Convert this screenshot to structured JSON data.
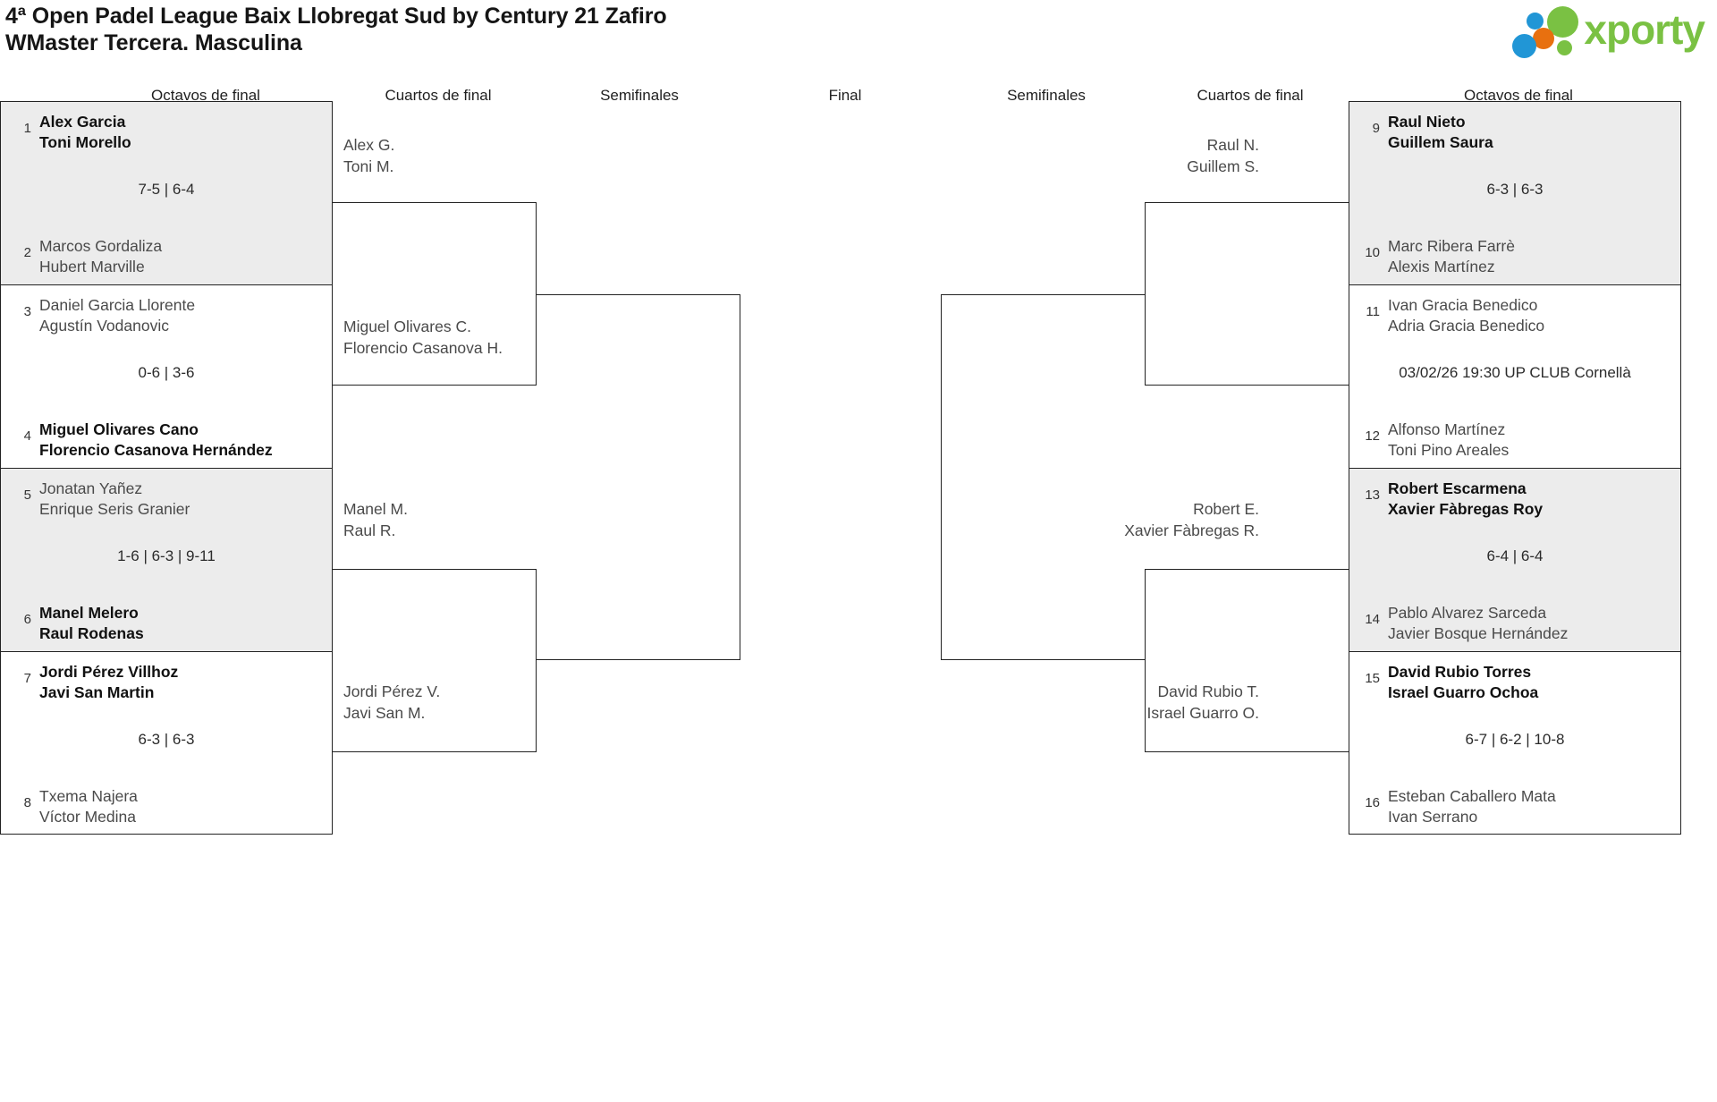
{
  "header": {
    "title_line1": "4ª Open Padel League Baix Llobregat Sud by Century 21 Zafiro",
    "title_line2": "WMaster Tercera. Masculina",
    "logo_word": "xporty"
  },
  "rounds": {
    "left": [
      "Octavos de final",
      "Cuartos de final",
      "Semifinales"
    ],
    "final": "Final",
    "right": [
      "Semifinales",
      "Cuartos de final",
      "Octavos de final"
    ]
  },
  "octavos_left": [
    {
      "shaded": true,
      "result": "7-5 | 6-4",
      "top": {
        "seed": "1",
        "p1": "Alex Garcia",
        "p2": "Toni Morello",
        "winner": true
      },
      "bottom": {
        "seed": "2",
        "p1": "Marcos Gordaliza",
        "p2": "Hubert Marville",
        "winner": false
      }
    },
    {
      "shaded": false,
      "result": "0-6 | 3-6",
      "top": {
        "seed": "3",
        "p1": "Daniel Garcia Llorente",
        "p2": "Agustín Vodanovic",
        "winner": false
      },
      "bottom": {
        "seed": "4",
        "p1": "Miguel Olivares Cano",
        "p2": "Florencio Casanova Hernández",
        "winner": true
      }
    },
    {
      "shaded": true,
      "result": "1-6 | 6-3 | 9-11",
      "top": {
        "seed": "5",
        "p1": "Jonatan Yañez",
        "p2": "Enrique Seris Granier",
        "winner": false
      },
      "bottom": {
        "seed": "6",
        "p1": "Manel Melero",
        "p2": "Raul Rodenas",
        "winner": true
      }
    },
    {
      "shaded": false,
      "result": "6-3 | 6-3",
      "top": {
        "seed": "7",
        "p1": "Jordi Pérez Villhoz",
        "p2": "Javi San Martin",
        "winner": true
      },
      "bottom": {
        "seed": "8",
        "p1": "Txema Najera",
        "p2": "Víctor Medina",
        "winner": false
      }
    }
  ],
  "octavos_right": [
    {
      "shaded": true,
      "result": "6-3 | 6-3",
      "top": {
        "seed": "9",
        "p1": "Raul Nieto",
        "p2": "Guillem Saura",
        "winner": true
      },
      "bottom": {
        "seed": "10",
        "p1": "Marc Ribera Farrè",
        "p2": "Alexis Martínez",
        "winner": false
      }
    },
    {
      "shaded": false,
      "result": "03/02/26 19:30 UP CLUB Cornellà",
      "top": {
        "seed": "11",
        "p1": "Ivan Gracia Benedico",
        "p2": "Adria Gracia Benedico",
        "winner": false
      },
      "bottom": {
        "seed": "12",
        "p1": "Alfonso Martínez",
        "p2": "Toni Pino Areales",
        "winner": false
      }
    },
    {
      "shaded": true,
      "result": "6-4 | 6-4",
      "top": {
        "seed": "13",
        "p1": "Robert Escarmena",
        "p2": "Xavier Fàbregas Roy",
        "winner": true
      },
      "bottom": {
        "seed": "14",
        "p1": "Pablo Alvarez Sarceda",
        "p2": "Javier Bosque Hernández",
        "winner": false
      }
    },
    {
      "shaded": false,
      "result": "6-7 | 6-2 | 10-8",
      "top": {
        "seed": "15",
        "p1": "David Rubio Torres",
        "p2": "Israel Guarro Ochoa",
        "winner": true
      },
      "bottom": {
        "seed": "16",
        "p1": "Esteban Caballero Mata",
        "p2": "Ivan Serrano",
        "winner": false
      }
    }
  ],
  "cuartos_left": [
    {
      "p1": "Alex G.",
      "p2": "Toni M."
    },
    {
      "p1": "Miguel Olivares C.",
      "p2": "Florencio Casanova H."
    },
    {
      "p1": "Manel M.",
      "p2": "Raul R."
    },
    {
      "p1": "Jordi Pérez V.",
      "p2": "Javi San M."
    }
  ],
  "cuartos_right": [
    {
      "p1": "Raul N.",
      "p2": "Guillem S."
    },
    {
      "p1": "Robert E.",
      "p2": "Xavier Fàbregas R."
    },
    {
      "p1": "David Rubio T.",
      "p2": "Israel Guarro O."
    }
  ]
}
